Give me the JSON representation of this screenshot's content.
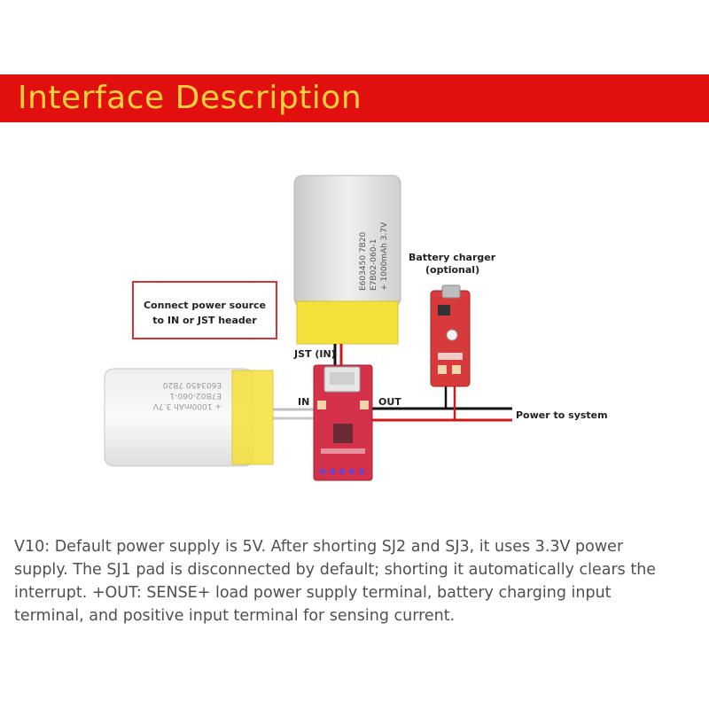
{
  "banner": {
    "title": "Interface Description",
    "background": "#e20f0f",
    "text_color": "#ffd23c"
  },
  "diagram": {
    "callout": {
      "line1": "Connect power source",
      "line2": "to IN or JST header",
      "border_color": "#d93232"
    },
    "battery_top": {
      "line1": "E603450 7B20",
      "line2": "E7B02-060-1",
      "line3": "+ 1000mAh 3.7V"
    },
    "battery_left": {
      "line1": "+ 1000mAh 3.7V",
      "line2": "E7B02-060-1",
      "line3": "E603450 7B20"
    },
    "charger": {
      "line1": "Battery charger",
      "line2": "(optional)"
    },
    "labels": {
      "jst": "JST (IN)",
      "in": "IN",
      "out": "OUT",
      "power": "Power to system"
    },
    "colors": {
      "board": "#d4324a",
      "wire_red": "#d01818",
      "wire_black": "#111111",
      "battery_tape": "#f4e13a"
    }
  },
  "description": {
    "line1": "V10: Default power supply is 5V. After shorting SJ2 and SJ3, it uses 3.3V power",
    "line2": "supply. The SJ1 pad is disconnected by default; shorting it automatically clears the",
    "line3": "interrupt. +OUT: SENSE+ load power supply terminal, battery charging input",
    "line4": "terminal, and positive input terminal for sensing current."
  }
}
